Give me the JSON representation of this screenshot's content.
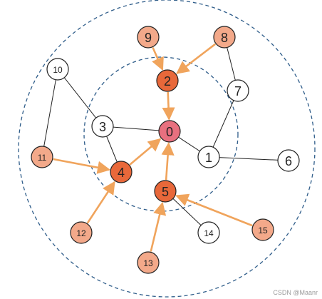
{
  "colors": {
    "background": "#ffffff",
    "ring": "#2f5d8a",
    "edge": "#222222",
    "arrow": "#f0a45c",
    "node_outline": "#222222",
    "root_fill": "#e8707f",
    "hop1_fill": "#e8683a",
    "hop2_fill": "#f3a98a",
    "plain_fill": "#ffffff",
    "text_dark": "#222222"
  },
  "nodes": [
    {
      "id": "0",
      "label": "0",
      "role": "root"
    },
    {
      "id": "1",
      "label": "1",
      "role": "plain"
    },
    {
      "id": "2",
      "label": "2",
      "role": "hop1"
    },
    {
      "id": "3",
      "label": "3",
      "role": "plain"
    },
    {
      "id": "4",
      "label": "4",
      "role": "hop1"
    },
    {
      "id": "5",
      "label": "5",
      "role": "hop1"
    },
    {
      "id": "6",
      "label": "6",
      "role": "plain"
    },
    {
      "id": "7",
      "label": "7",
      "role": "plain"
    },
    {
      "id": "8",
      "label": "8",
      "role": "hop2"
    },
    {
      "id": "9",
      "label": "9",
      "role": "hop2"
    },
    {
      "id": "10",
      "label": "10",
      "role": "plain"
    },
    {
      "id": "11",
      "label": "11",
      "role": "hop2"
    },
    {
      "id": "12",
      "label": "12",
      "role": "hop2"
    },
    {
      "id": "13",
      "label": "13",
      "role": "hop2"
    },
    {
      "id": "14",
      "label": "14",
      "role": "plain"
    },
    {
      "id": "15",
      "label": "15",
      "role": "hop2"
    }
  ],
  "edges": [
    {
      "from": "3",
      "to": "0"
    },
    {
      "from": "3",
      "to": "4"
    },
    {
      "from": "3",
      "to": "10"
    },
    {
      "from": "10",
      "to": "11"
    },
    {
      "from": "0",
      "to": "1"
    },
    {
      "from": "1",
      "to": "6"
    },
    {
      "from": "1",
      "to": "7"
    },
    {
      "from": "7",
      "to": "8"
    },
    {
      "from": "5",
      "to": "14"
    }
  ],
  "arrows": [
    {
      "from": "9",
      "to": "2"
    },
    {
      "from": "8",
      "to": "2"
    },
    {
      "from": "2",
      "to": "0"
    },
    {
      "from": "4",
      "to": "0"
    },
    {
      "from": "5",
      "to": "0"
    },
    {
      "from": "11",
      "to": "4"
    },
    {
      "from": "12",
      "to": "4"
    },
    {
      "from": "13",
      "to": "5"
    },
    {
      "from": "15",
      "to": "5"
    }
  ],
  "watermark": "CSDN @Maanr"
}
